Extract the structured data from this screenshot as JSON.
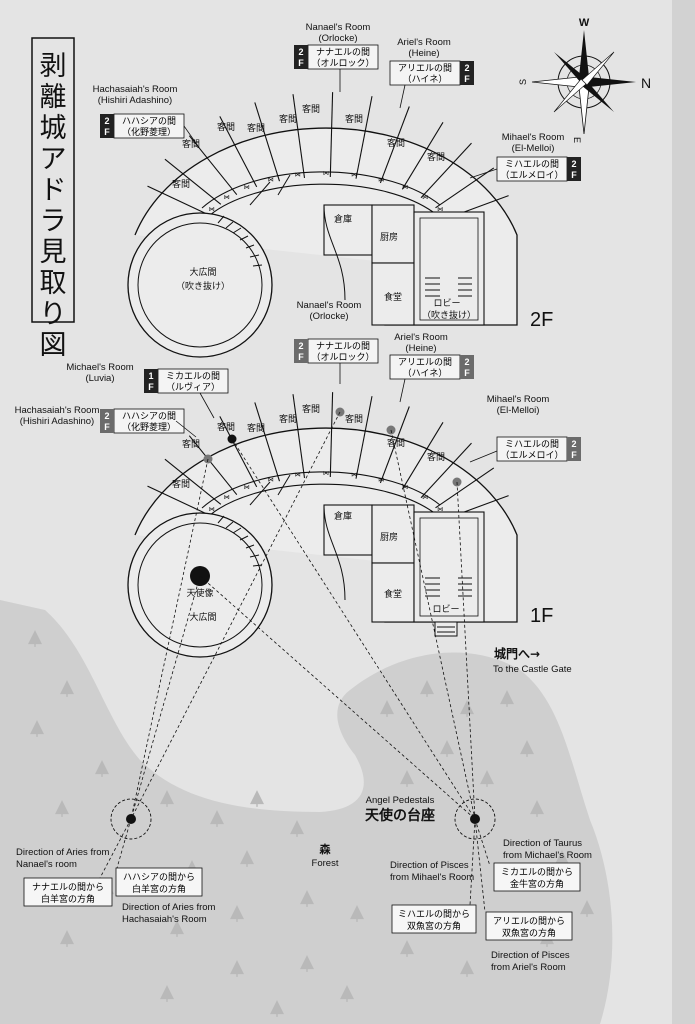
{
  "title": "剥離城アドラ見取り図",
  "compass": {
    "north": "N",
    "south": "S",
    "east": "E",
    "west": "W"
  },
  "floor2": {
    "floor_label": "2F",
    "hall": {
      "jp": "大広間",
      "sub": "（吹き抜け）"
    },
    "guest_room": "客間",
    "storage": "倉庫",
    "kitchen": "厨房",
    "dining": "食堂",
    "lobby": {
      "jp": "ロビー",
      "sub": "（吹き抜け）"
    },
    "rooms": {
      "hachasaiah": {
        "en1": "Hachasaiah's Room",
        "en2": "(Hishiri Adashino)",
        "floor": "2F",
        "jp1": "ハハシアの間",
        "jp2": "（化野菱理）"
      },
      "nanael": {
        "en1": "Nanael's Room",
        "en2": "(Orlocke)",
        "floor": "2F",
        "jp1": "ナナエルの間",
        "jp2": "（オルロック）"
      },
      "ariel": {
        "en1": "Ariel's Room",
        "en2": "(Heine)",
        "floor": "2F",
        "jp1": "アリエルの間",
        "jp2": "（ハイネ）"
      },
      "mihael": {
        "en1": "Mihael's Room",
        "en2": "(El-Melloi)",
        "floor": "2F",
        "jp1": "ミハエルの間",
        "jp2": "（エルメロイ）"
      }
    }
  },
  "floor1": {
    "floor_label": "1F",
    "hall": "大広間",
    "statue": "天使像",
    "guest_room": "客間",
    "storage": "倉庫",
    "kitchen": "厨房",
    "dining": "食堂",
    "lobby": "ロビー",
    "rooms": {
      "michael": {
        "en1": "Michael's Room",
        "en2": "(Luvia)",
        "floor": "1F",
        "jp1": "ミカエルの間",
        "jp2": "（ルヴィア）"
      },
      "hachasaiah": {
        "en1": "Hachasaiah's Room",
        "en2": "(Hishiri Adashino)",
        "floor": "2F",
        "jp1": "ハハシアの間",
        "jp2": "（化野菱理）"
      },
      "nanael": {
        "en1": "Nanael's Room",
        "en2": "(Orlocke)",
        "floor": "2F",
        "jp1": "ナナエルの間",
        "jp2": "（オルロック）"
      },
      "ariel": {
        "en1": "Ariel's Room",
        "en2": "(Heine)",
        "floor": "2F",
        "jp1": "アリエルの間",
        "jp2": "（ハイネ）"
      },
      "mihael": {
        "en1": "Mihael's Room",
        "en2": "(El-Melloi)",
        "floor": "2F",
        "jp1": "ミハエルの間",
        "jp2": "（エルメロイ）"
      }
    }
  },
  "castle_gate": {
    "jp": "城門へ→",
    "en": "To the Castle Gate"
  },
  "forest": {
    "jp": "森",
    "en": "Forest"
  },
  "pedestals": {
    "en": "Angel Pedestals",
    "jp": "天使の台座"
  },
  "directions": {
    "aries_nanael": {
      "en1": "Direction of Aries from",
      "en2": "Nanael's room",
      "jp1": "ナナエルの間から",
      "jp2": "白羊宮の方角"
    },
    "aries_hachasaiah": {
      "en1": "Direction of Aries from",
      "en2": "Hachasaiah's Room",
      "jp1": "ハハシアの間から",
      "jp2": "白羊宮の方角"
    },
    "pisces_mihael": {
      "en1": "Direction of Pisces",
      "en2": "from Mihael's Room",
      "jp1": "ミハエルの間から",
      "jp2": "双魚宮の方角"
    },
    "taurus_michael": {
      "en1": "Direction of Taurus",
      "en2": "from Michael's Room",
      "jp1": "ミカエルの間から",
      "jp2": "金牛宮の方角"
    },
    "pisces_ariel": {
      "en1": "Direction of Pisces",
      "en2": "from Ariel's Room",
      "jp1": "アリエルの間から",
      "jp2": "双魚宮の方角"
    }
  },
  "colors": {
    "paper": "#e4e4e4",
    "ink": "#111111",
    "forest": "#cfcfcf",
    "tree": "#b9b9b9",
    "tag_dark": "#222222",
    "tag_gray": "#6b6b6b"
  }
}
